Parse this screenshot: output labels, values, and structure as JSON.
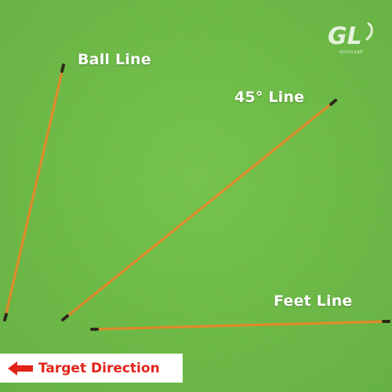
{
  "labels": {
    "ball_line": "Ball Line",
    "angle_line": "45° Line",
    "feet_line": "Feet Line"
  },
  "logo": {
    "text": "GL",
    "subtext": "GOLFLEAP"
  },
  "target": {
    "label": "Target Direction",
    "icon": "left-arrow-icon"
  },
  "colors": {
    "grass": "#5fb23a",
    "stick": "#e08a2a",
    "stick_tip": "#2a2a1a",
    "arrow": "#e2231a",
    "label_text": "#ffffff"
  }
}
